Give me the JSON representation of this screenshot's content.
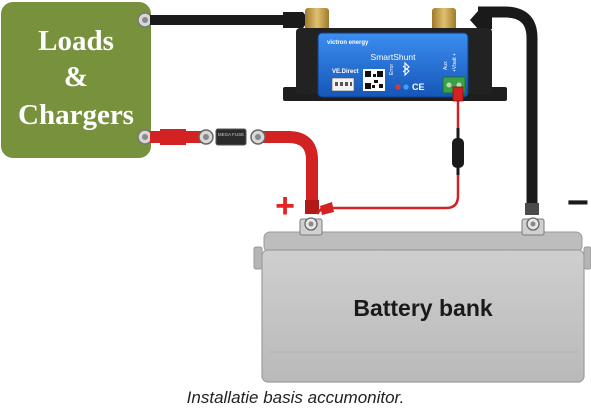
{
  "loads_box": {
    "lines": [
      "Loads",
      "&",
      "Chargers"
    ]
  },
  "shunt": {
    "brand": "victron energy",
    "model": "SmartShunt",
    "port_label": "VE.Direct",
    "led_label": "Error",
    "aux_label": "Aux",
    "vbatt_label": "+Vbatt +"
  },
  "fuse": {
    "label": "MEGA FUSE"
  },
  "battery": {
    "label": "Battery bank"
  },
  "polarity": {
    "positive": "+",
    "negative": "−"
  },
  "caption": "Installatie basis accumonitor.",
  "colors": {
    "loads_box": "#77913d",
    "positive_cable": "#d22222",
    "negative_cable": "#1a1a1a",
    "shunt_blue": "#1d6fd8",
    "battery_body": "#c4c4c4"
  },
  "icons": [
    "bluetooth-icon",
    "qr-code-icon",
    "ce-mark-icon",
    "terminal-bolt-icon",
    "inline-fuse-icon"
  ]
}
